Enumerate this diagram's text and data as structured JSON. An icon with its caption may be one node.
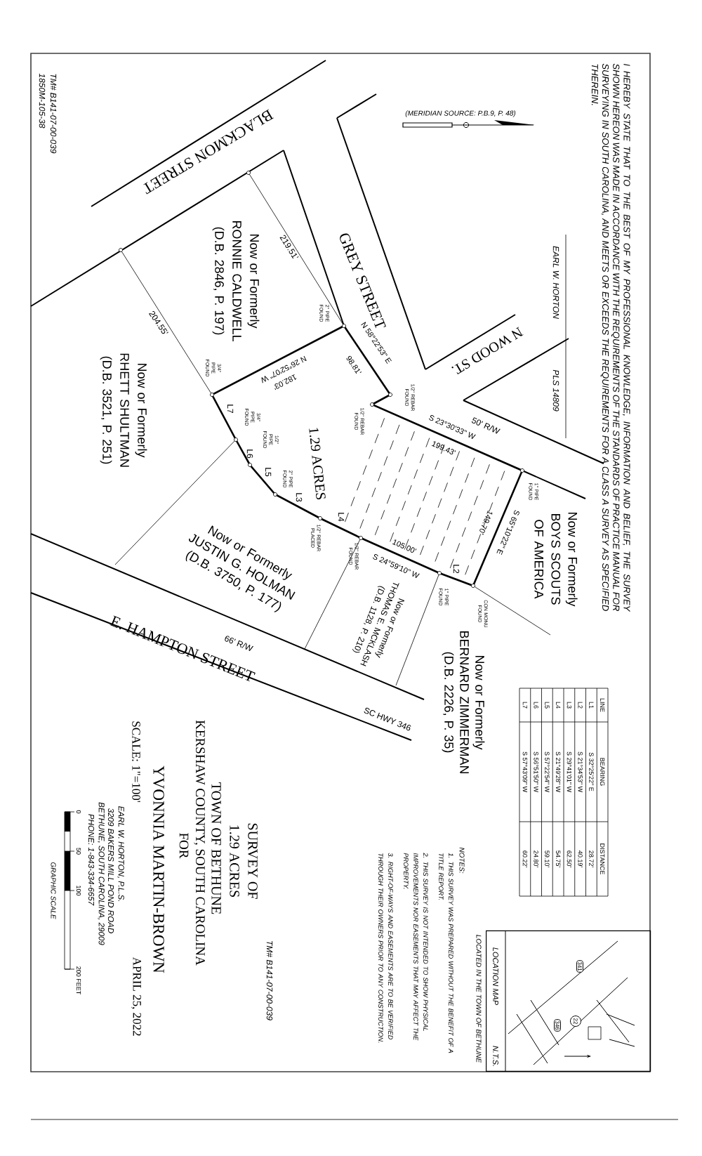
{
  "diagram": {
    "nodes": [
      {
        "text": [
          "LOCATION MAP",
          "N.T.S."
        ],
        "beside": [
          "LOCATED IN THE TOWN OF BETHUNE"
        ]
      },
      {
        "text": [
          "341"
        ],
        "in": 0
      },
      {
        "text": [
          "346"
        ],
        "in": 0
      },
      {
        "text": [
          "22"
        ],
        "in": 0
      }
    ],
    "labels": [
      "TM# B141-07-00-039",
      "1850M-105-38",
      "(MERIDIAN SOURCE: P.B.9, P. 48)",
      "I HEREBY STATE THAT TO THE BEST OF MY PROFESSIONAL KNOWLEDGE, INFORMATION AND BELIEF, THE SURVEY SHOWN HEREON WAS MADE IN ACCORDANCE WITH THE REQUIREMENTS OF THE STANDARDS OF PRACTICE MANUAL FOR SURVEYING IN SOUTH CAROLINA, AND MEETS OR EXCEEDS THE REQUIREMENTS FOR A CLASS A SURVEY AS SPECIFIED THEREIN.",
      "EARL W. HORTON",
      "PLS 14809",
      "BLACKMON STREET",
      "GREY STREET",
      "N WOOD ST.",
      "219.51'",
      "Now or Formerly RONNIE CALDWELL (D.B. 2846, P. 197)",
      "2\" PIPE FOUND",
      "N 58°22'53\" E",
      "98.81'",
      "1/2\" REBAR FOUND",
      "1/2\" REBAR FOUND",
      "50' R/W",
      "S 23°30'33\" W",
      "199.43'",
      "1.29 ACRES",
      "N 26°52'07\" W",
      "182.03'",
      "3/4\" PIPE FOUND",
      "204.55'",
      "Now or Formerly RHETT SHULTMAN (D.B. 3521, P. 251)",
      "L7",
      "3/4\" PIPE FOUND",
      "L6",
      "1/2\" PIPE FOUND",
      "L5",
      "2\" PIPE FOUND",
      "L3",
      "L4",
      "1/2\" REBAR PLACED",
      "1/2\" REBAR FOUND",
      "105.00'",
      "S 24°59'10\" W",
      "Now or Formerly THOMAS E. MCKLASH (D.B. 1128, P. 210)",
      "Now or Formerly JUSTIN G. HOLMAN (D.B. 3750, P. 177)",
      "66' R/W",
      "E. HAMPTON STREET",
      "SC HWY 346",
      "1\" PIPE FOUND",
      "S 65°10'22\" E",
      "149.70'",
      "Now or Formerly BOYS SCOUTS OF AMERICA",
      "L2",
      "1\" PIPE FOUND",
      "CON MONU FOUND",
      "Now or Formerly BERNARD ZIMMERMAN (D.B. 2226, P. 35)",
      "LINE",
      "BEARING",
      "DISTANCE",
      "L1",
      "S 32°25'22\" E",
      "28.72'",
      "L2",
      "S 21°34'53\" W",
      "40.19'",
      "L3",
      "S 29°41'01\" W",
      "62.50'",
      "L4",
      "S 21°49'28\" W",
      "54.75'",
      "L5",
      "S 57°22'54\" W",
      "59.10'",
      "L6",
      "S 56°51'50\" W",
      "24.80'",
      "L7",
      "S 57°43'09\" W",
      "60.22'",
      "NOTES:",
      "1. THIS SURVEY WAS PREPARED WITHOUT THE BENEFIT OF A TITLE REPORT.",
      "2. THIS SURVEY IS NOT INTENDED TO SHOW PHYSICAL IMPROVEMENTS NOR EASEMENTS THAT MAY AFFECT THE PROPERTY.",
      "3. RIGHT-OF-WAYS AND EASEMENTS ARE TO BE VERIFIED THROUGH THEIR OWNERS PRIOR TO ANY CONSTRUCTION.",
      "TM# B141-07-00-039",
      "SURVEY OF",
      "1.29 ACRES",
      "TOWN OF BETHUNE",
      "KERSHAW COUNTY, SOUTH CAROLINA",
      "FOR",
      "YVONNIA MARTIN-BROWN",
      "SCALE: 1\"=100'",
      "APRIL 25, 2022",
      "EARL W. HORTON, P.L.S.",
      "3209 BAKERS MILL POND ROAD",
      "BETHUNE, SOUTH CAROLINA, 29009",
      "PHONE: 1-843-334-6657",
      "0",
      "50",
      "100",
      "200 FEET",
      "GRAPHIC SCALE"
    ]
  }
}
